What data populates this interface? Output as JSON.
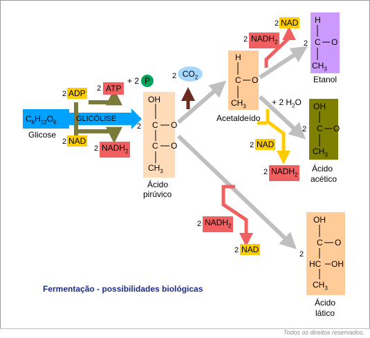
{
  "title": "Fermentação - possibilidades biológicas",
  "copyright": "Todos os direitos reservados.",
  "glicose": {
    "formula_main": "C",
    "formula": "C6H12O6",
    "label": "Glicose"
  },
  "glicolise": {
    "label": "GLICÓLISE"
  },
  "adp": {
    "coef": "2",
    "label": "ADP"
  },
  "atp": {
    "coef": "2",
    "label": "ATP"
  },
  "p": {
    "plus": "+ 2",
    "label": "P"
  },
  "nad_in": {
    "coef": "2",
    "label": "NAD"
  },
  "nadh_out": {
    "coef": "2",
    "label": "NADH2"
  },
  "co2": {
    "coef": "2",
    "label": "CO2"
  },
  "piruvico": {
    "coef": "2",
    "line1": "Ácido",
    "line2": "pirúvico",
    "oh": "OH",
    "c": "C",
    "o": "O",
    "ch3": "CH3"
  },
  "acetaldeido": {
    "label": "Acetaldeído",
    "h": "H",
    "c": "C",
    "o": "O",
    "ch3": "CH3"
  },
  "etanol": {
    "coef": "2",
    "label": "Etanol",
    "h": "H",
    "c": "C",
    "o": "O",
    "ch3": "CH3"
  },
  "acetico": {
    "coef": "2",
    "line1": "Ácido",
    "line2": "acético",
    "oh": "OH",
    "c": "C",
    "o": "O",
    "ch3": "CH3"
  },
  "latico": {
    "coef": "2",
    "line1": "Ácido",
    "line2": "lático",
    "oh": "OH",
    "c": "C",
    "o": "O",
    "hc": "HC",
    "oh2": "OH",
    "ch3": "CH3"
  },
  "nad_etanol": {
    "coef": "2",
    "label": "NAD"
  },
  "nadh_etanol": {
    "coef": "2",
    "label": "NADH2"
  },
  "h2o": {
    "label": "+ 2 H2O"
  },
  "nad_acetico": {
    "coef": "2",
    "label": "NAD"
  },
  "nadh_acetico": {
    "coef": "2",
    "label": "NADH2"
  },
  "nadh_latico": {
    "coef": "2",
    "label": "NADH2"
  },
  "nad_latico": {
    "coef": "2",
    "label": "NAD"
  },
  "colors": {
    "grey_arrow": "#bfbfbf",
    "red_arrow": "#f06060",
    "yellow_arrow": "#ffcc00",
    "glicolise": "#00a2ff",
    "title": "#1e2b86"
  }
}
